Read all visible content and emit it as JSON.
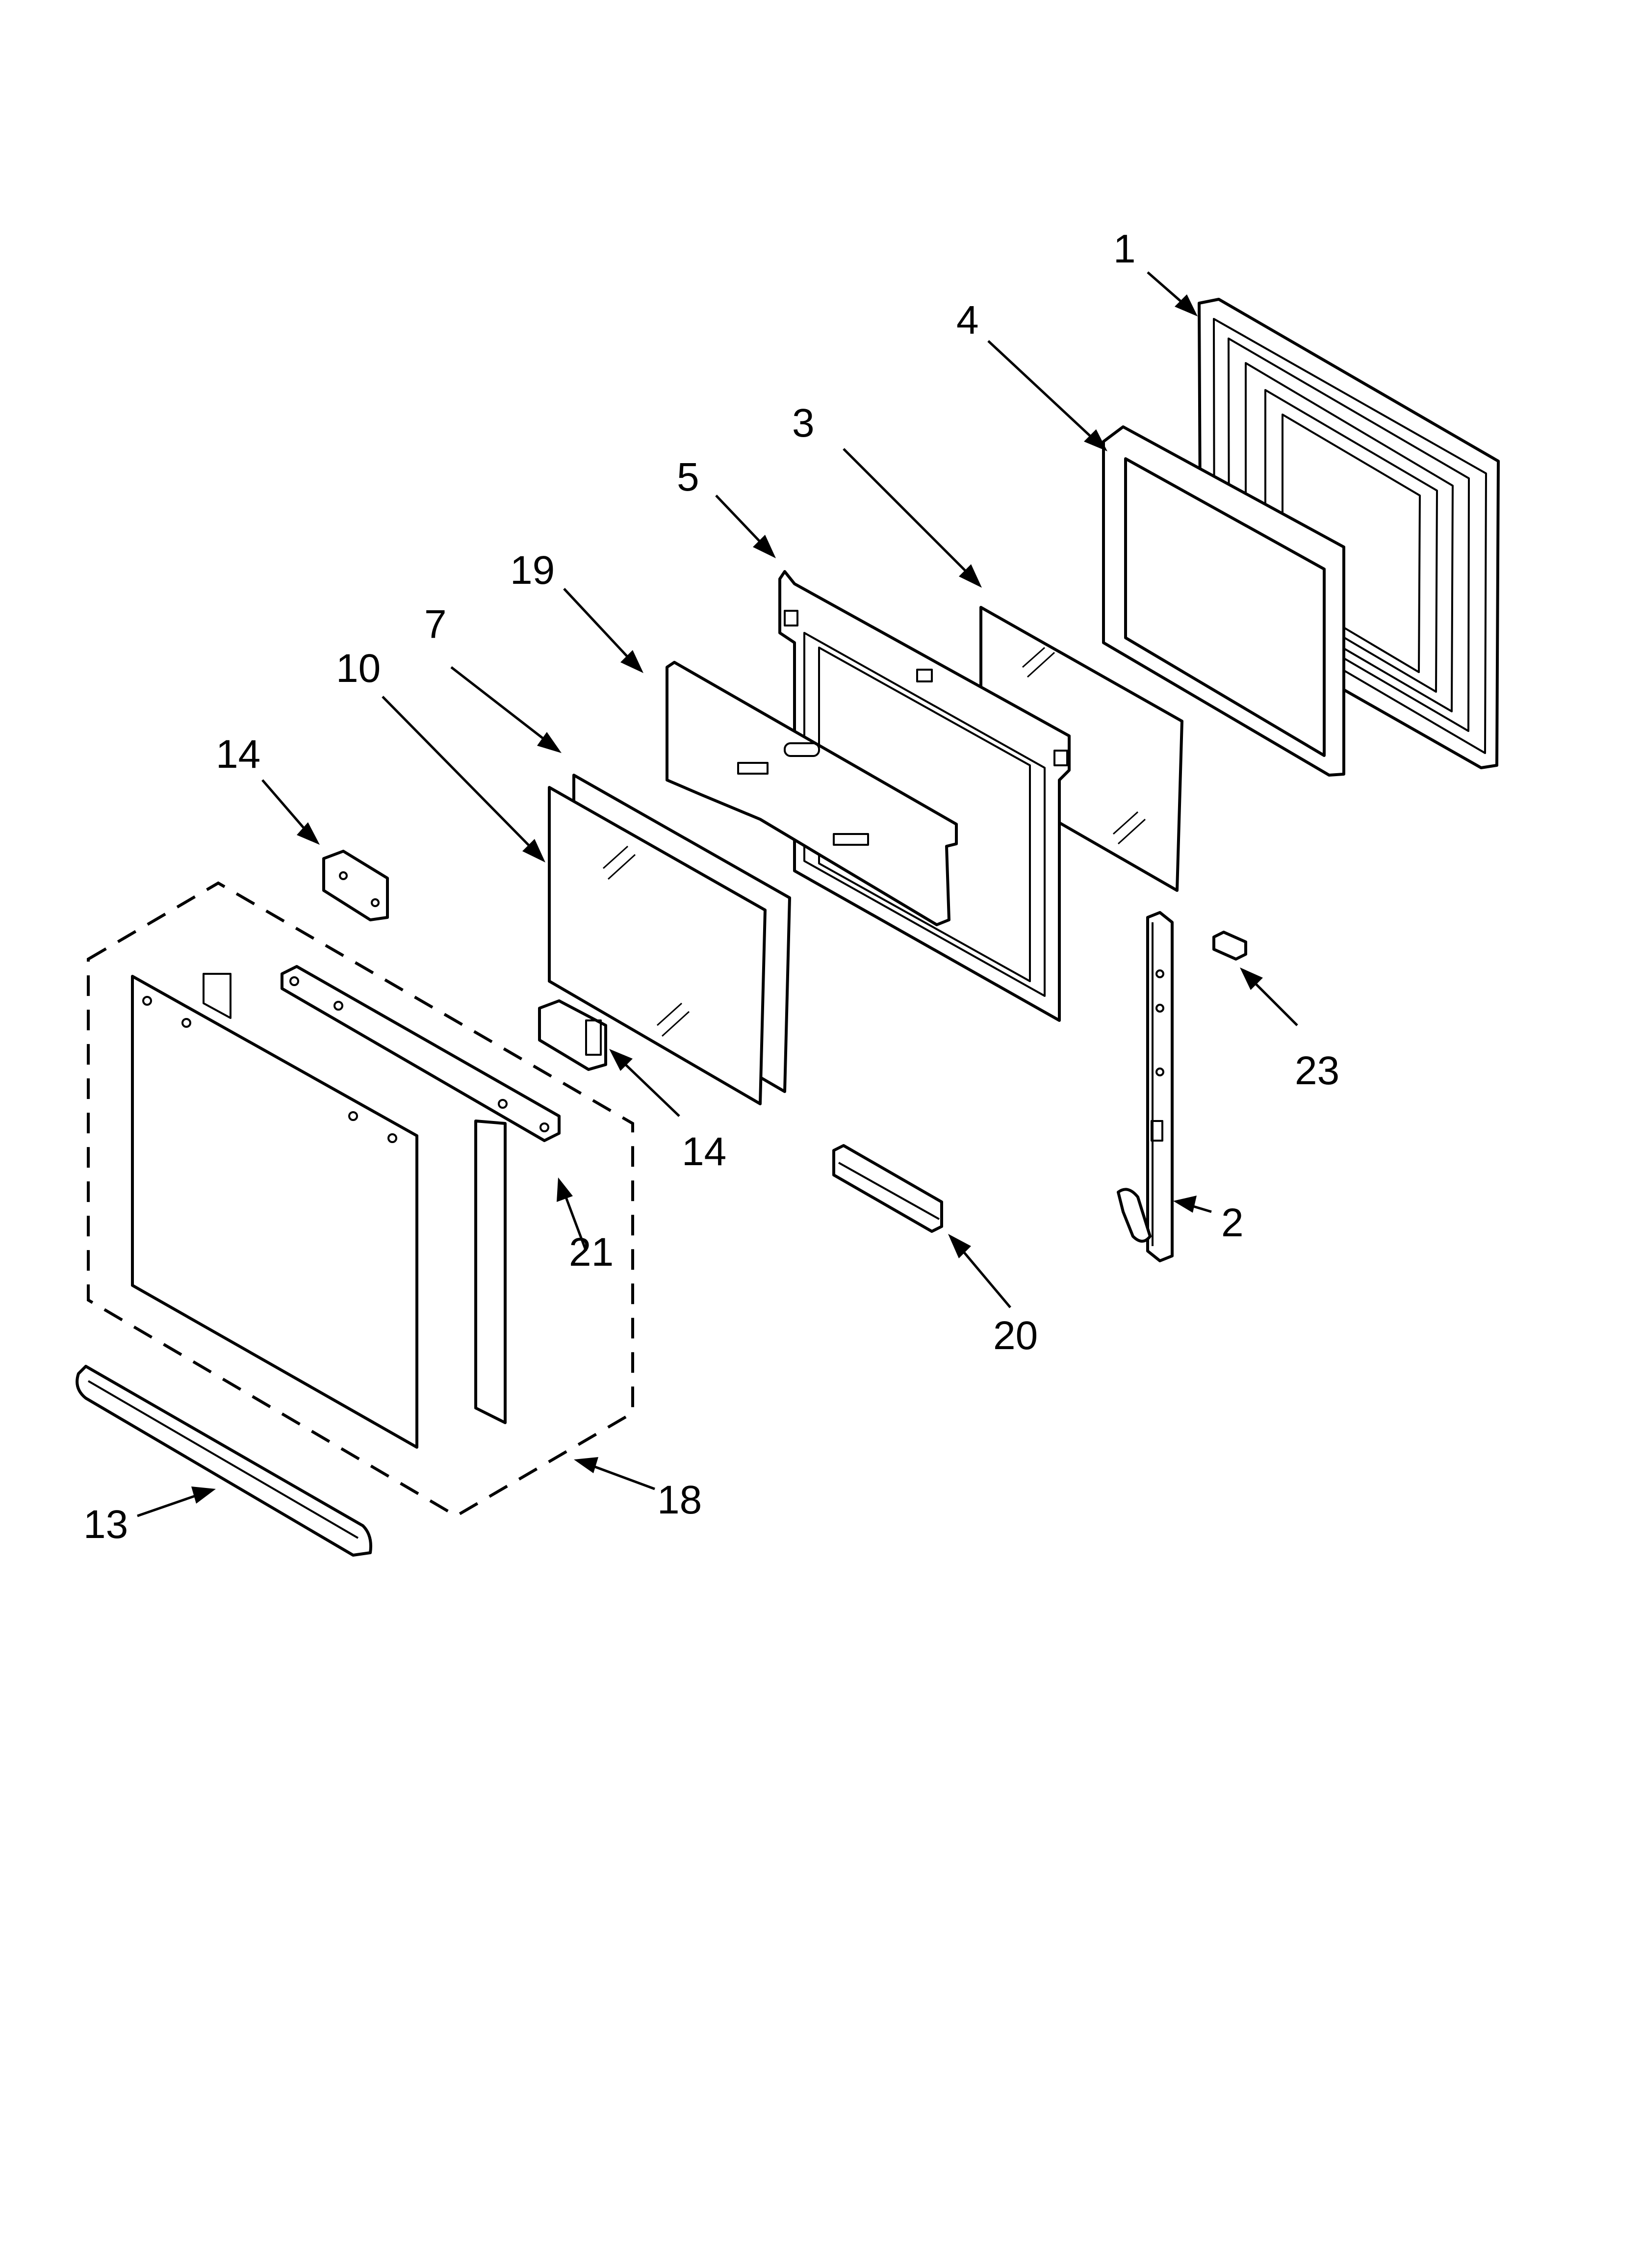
{
  "diagram": {
    "callouts": [
      {
        "id": "c1",
        "text": "1"
      },
      {
        "id": "c4",
        "text": "4"
      },
      {
        "id": "c3",
        "text": "3"
      },
      {
        "id": "c5",
        "text": "5"
      },
      {
        "id": "c19",
        "text": "19"
      },
      {
        "id": "c7",
        "text": "7"
      },
      {
        "id": "c10",
        "text": "10"
      },
      {
        "id": "c14a",
        "text": "14"
      },
      {
        "id": "c14b",
        "text": "14"
      },
      {
        "id": "c23",
        "text": "23"
      },
      {
        "id": "c2",
        "text": "2"
      },
      {
        "id": "c21",
        "text": "21"
      },
      {
        "id": "c20",
        "text": "20"
      },
      {
        "id": "c18",
        "text": "18"
      },
      {
        "id": "c13",
        "text": "13"
      }
    ]
  }
}
